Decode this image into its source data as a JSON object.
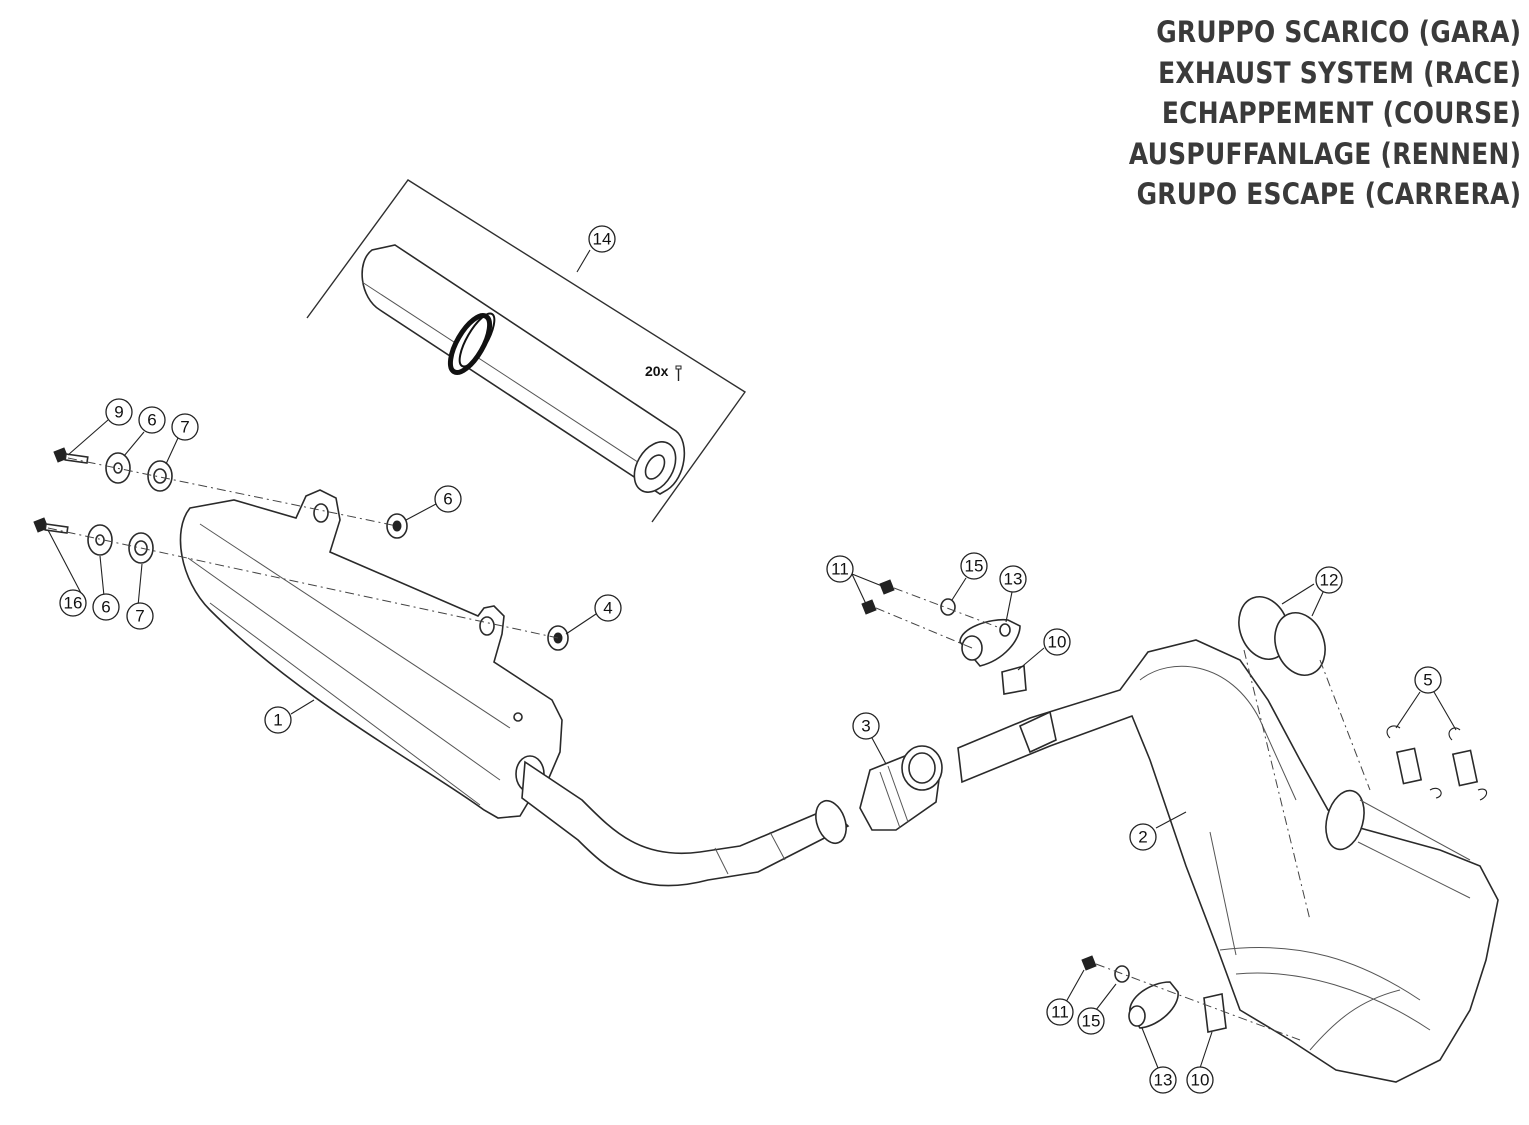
{
  "title_lines": [
    "GRUPPO SCARICO (GARA)",
    "EXHAUST SYSTEM (RACE)",
    "ECHAPPEMENT (COURSE)",
    "AUSPUFFANLAGE (RENNEN)",
    "GRUPO ESCAPE (CARRERA)"
  ],
  "kit_quantity_label": "20x",
  "callouts": [
    "14",
    "9",
    "6",
    "7",
    "6",
    "16",
    "6",
    "7",
    "4",
    "1",
    "3",
    "11",
    "15",
    "13",
    "10",
    "12",
    "5",
    "2",
    "11",
    "15",
    "13",
    "10"
  ]
}
